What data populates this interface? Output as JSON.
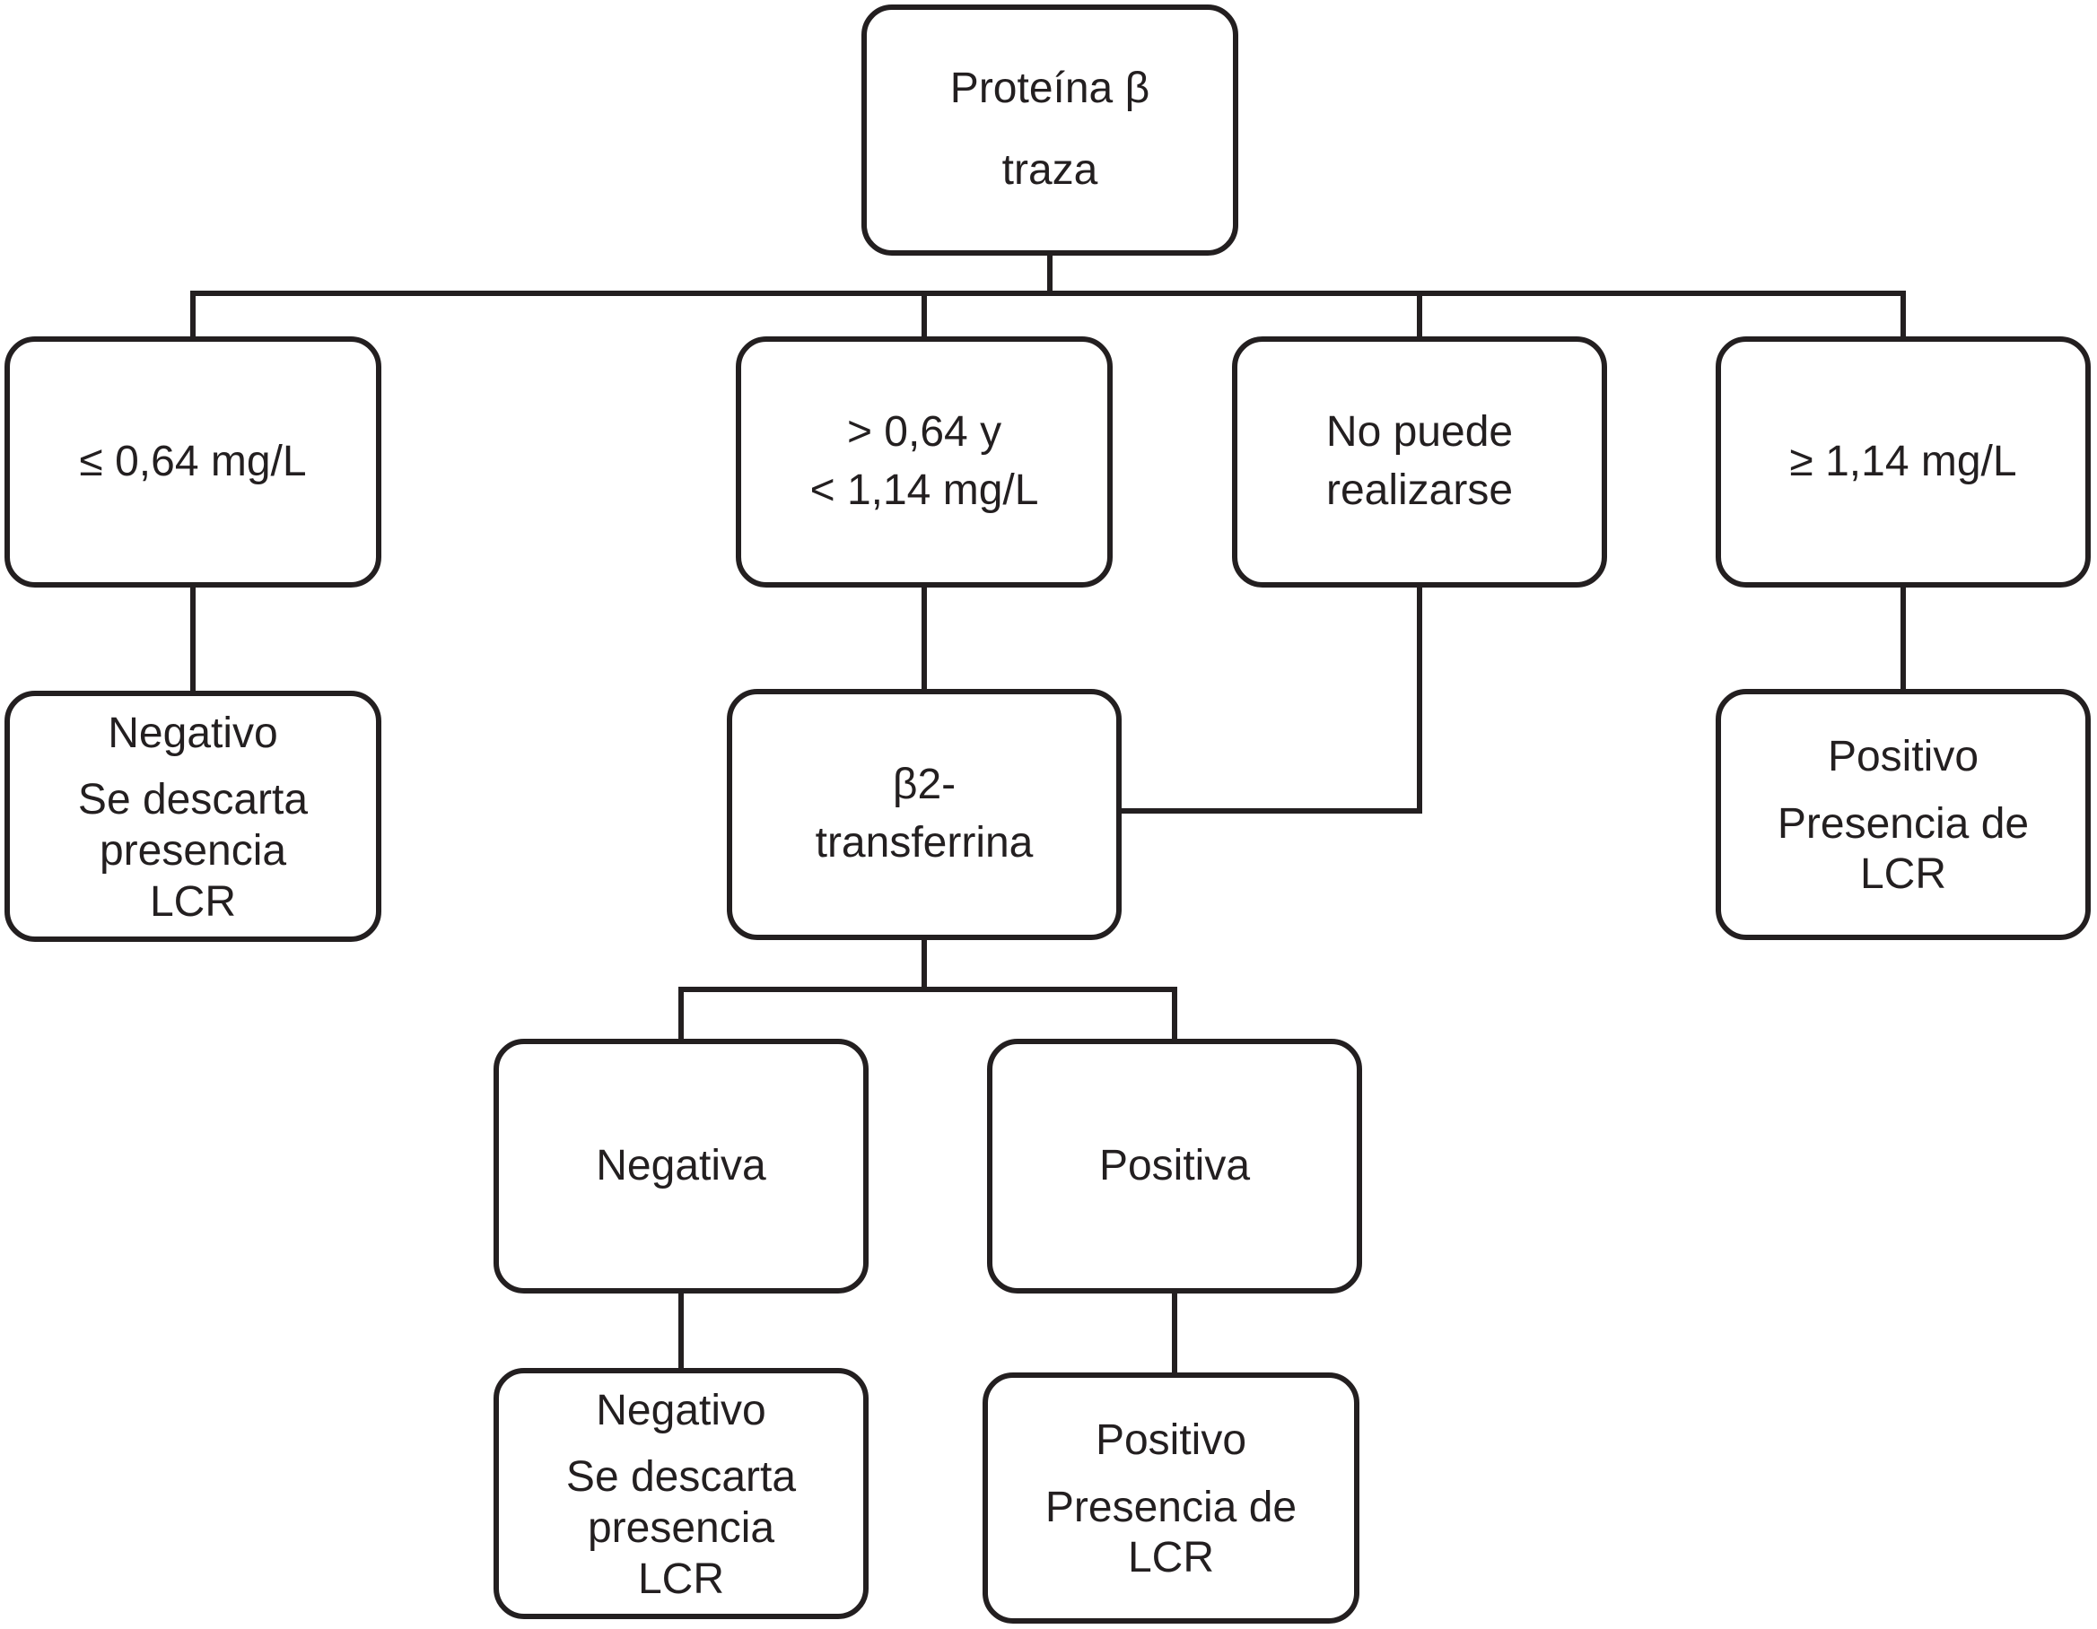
{
  "figure": {
    "type": "flowchart",
    "background_color": "#ffffff",
    "line_color": "#231f20",
    "text_color": "#231f20",
    "nodes": {
      "root": {
        "line1": "Proteína β",
        "line2": "traza"
      },
      "le_064": {
        "label": "≤ 0,64 mg/L"
      },
      "mid_range": {
        "label": "> 0,64 y\n< 1,14 mg/L"
      },
      "no_puede": {
        "label": "No puede\nrealizarse"
      },
      "ge_114": {
        "label": "≥ 1,14 mg/L"
      },
      "negativo_left": {
        "title": "Negativo",
        "subtitle": "Se descarta\npresencia\nLCR"
      },
      "b2_transferrina": {
        "label": "β2-\ntransferrina"
      },
      "positivo_right": {
        "title": "Positivo",
        "subtitle": "Presencia de\nLCR"
      },
      "negativa": {
        "label": "Negativa"
      },
      "positiva": {
        "label": "Positiva"
      },
      "negativo_bottom": {
        "title": "Negativo",
        "subtitle": "Se descarta\npresencia\nLCR"
      },
      "positivo_bottom": {
        "title": "Positivo",
        "subtitle": "Presencia de\nLCR"
      }
    },
    "edges": [
      {
        "from": "root",
        "to": "le_064"
      },
      {
        "from": "root",
        "to": "mid_range"
      },
      {
        "from": "root",
        "to": "no_puede"
      },
      {
        "from": "root",
        "to": "ge_114"
      },
      {
        "from": "le_064",
        "to": "negativo_left"
      },
      {
        "from": "mid_range",
        "to": "b2_transferrina"
      },
      {
        "from": "no_puede",
        "to": "b2_transferrina"
      },
      {
        "from": "ge_114",
        "to": "positivo_right"
      },
      {
        "from": "b2_transferrina",
        "to": "negativa"
      },
      {
        "from": "b2_transferrina",
        "to": "positiva"
      },
      {
        "from": "negativa",
        "to": "negativo_bottom"
      },
      {
        "from": "positiva",
        "to": "positivo_bottom"
      }
    ]
  }
}
